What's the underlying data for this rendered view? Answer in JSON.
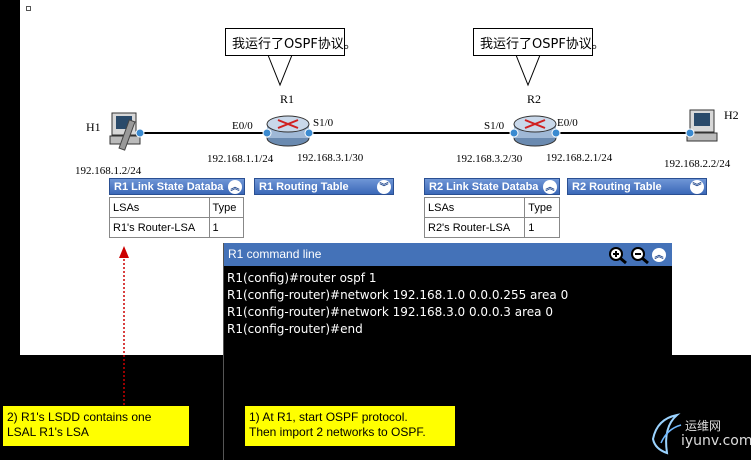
{
  "bubbles": {
    "r1": "我运行了OSPF协议。",
    "r2": "我运行了OSPF协议。"
  },
  "nodes": {
    "h1": {
      "name": "H1",
      "ip": "192.168.1.2/24"
    },
    "h2": {
      "name": "H2",
      "ip": "192.168.2.2/24"
    },
    "r1": {
      "name": "R1",
      "if_left": "E0/0",
      "if_right": "S1/0",
      "ip_left": "192.168.1.1/24",
      "ip_right": "192.168.3.1/30"
    },
    "r2": {
      "name": "R2",
      "if_left": "S1/0",
      "if_right": "E0/0",
      "ip_left": "192.168.3.2/30",
      "ip_right": "192.168.2.1/24"
    }
  },
  "panels": {
    "r1_lsdb": {
      "title": "R1 Link State Databa",
      "headers": [
        "LSAs",
        "Type"
      ],
      "rows": [
        [
          "R1's Router-LSA",
          "1"
        ]
      ]
    },
    "r1_rt": {
      "title": "R1 Routing Table"
    },
    "r2_lsdb": {
      "title": "R2 Link State Databa",
      "headers": [
        "LSAs",
        "Type"
      ],
      "rows": [
        [
          "R2's Router-LSA",
          "1"
        ]
      ]
    },
    "r2_rt": {
      "title": "R2 Routing Table"
    }
  },
  "command_line": {
    "title": "R1 command line",
    "lines": [
      "R1(config)#router ospf 1",
      "R1(config-router)#network 192.168.1.0 0.0.0.255 area 0",
      "R1(config-router)#network 192.168.3.0 0.0.0.3 area 0",
      "R1(config-router)#end"
    ]
  },
  "notes": {
    "left": {
      "line1": "2) R1's LSDD contains one",
      "line2": "LSAL R1's LSA"
    },
    "right": {
      "line1": "1) At  R1, start OSPF protocol.",
      "line2": "Then import 2 networks to OSPF."
    }
  },
  "watermark": {
    "line1": "运维网",
    "line2": "iyunv.com"
  },
  "colors": {
    "panel_blue": "#3b68b8",
    "note_yellow": "#ffff00",
    "arrow_red": "#cc0000"
  }
}
